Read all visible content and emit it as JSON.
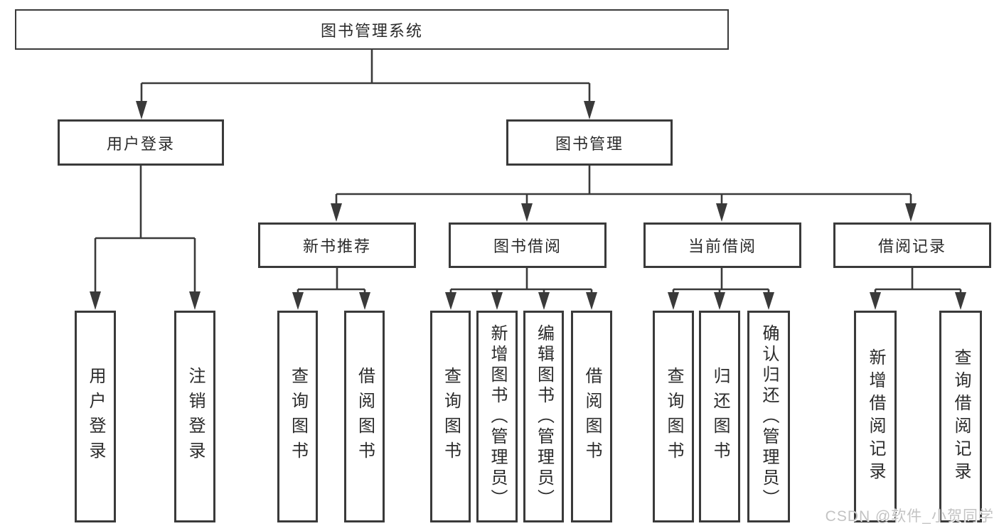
{
  "tree": {
    "label": "图书管理系统",
    "children": [
      {
        "label": "用户登录",
        "children": [
          {
            "label": "用户登录"
          },
          {
            "label": "注销登录"
          }
        ]
      },
      {
        "label": "图书管理",
        "children": [
          {
            "label": "新书推荐",
            "children": [
              {
                "label": "查询图书"
              },
              {
                "label": "借阅图书"
              }
            ]
          },
          {
            "label": "图书借阅",
            "children": [
              {
                "label": "查询图书"
              },
              {
                "label": "新增图书（管理员）"
              },
              {
                "label": "编辑图书（管理员）"
              },
              {
                "label": "借阅图书"
              }
            ]
          },
          {
            "label": "当前借阅",
            "children": [
              {
                "label": "查询图书"
              },
              {
                "label": "归还图书"
              },
              {
                "label": "确认归还（管理员）"
              }
            ]
          },
          {
            "label": "借阅记录",
            "children": [
              {
                "label": "新增借阅记录"
              },
              {
                "label": "查询借阅记录"
              }
            ]
          }
        ]
      }
    ]
  },
  "watermark": {
    "text": "CSDN @软件_小贺同学"
  },
  "colors": {
    "line": "#3a3a3a",
    "text": "#2b2b2b",
    "watermark": "#c3c3c3"
  }
}
